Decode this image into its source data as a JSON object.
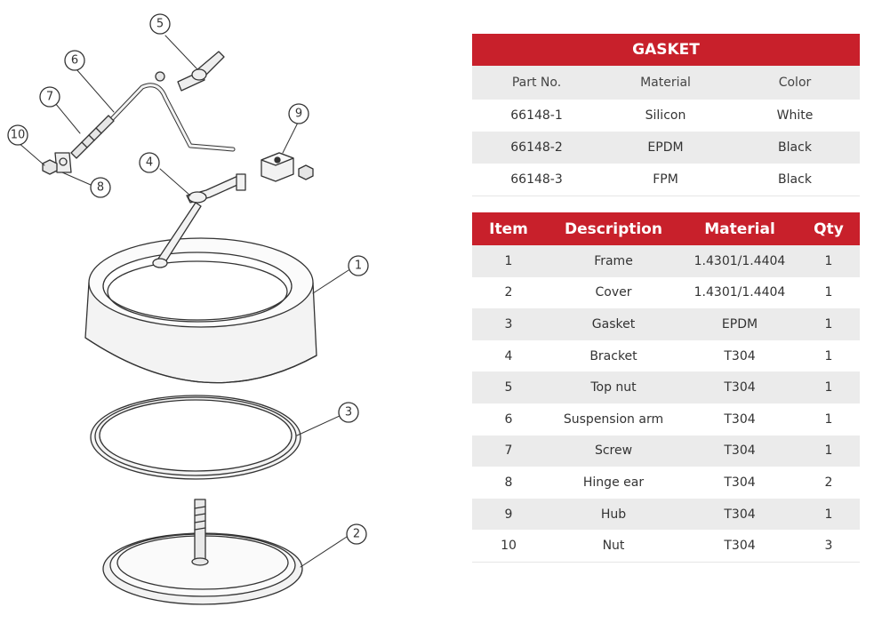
{
  "callouts": [
    "1",
    "2",
    "3",
    "4",
    "5",
    "6",
    "7",
    "8",
    "9",
    "10"
  ],
  "gasket_table": {
    "title": "GASKET",
    "headers": [
      "Part No.",
      "Material",
      "Color"
    ],
    "rows": [
      [
        "66148-1",
        "Silicon",
        "White"
      ],
      [
        "66148-2",
        "EPDM",
        "Black"
      ],
      [
        "66148-3",
        "FPM",
        "Black"
      ]
    ]
  },
  "parts_table": {
    "headers": [
      "Item",
      "Description",
      "Material",
      "Qty"
    ],
    "rows": [
      [
        "1",
        "Frame",
        "1.4301/1.4404",
        "1"
      ],
      [
        "2",
        "Cover",
        "1.4301/1.4404",
        "1"
      ],
      [
        "3",
        "Gasket",
        "EPDM",
        "1"
      ],
      [
        "4",
        "Bracket",
        "T304",
        "1"
      ],
      [
        "5",
        "Top nut",
        "T304",
        "1"
      ],
      [
        "6",
        "Suspension arm",
        "T304",
        "1"
      ],
      [
        "7",
        "Screw",
        "T304",
        "1"
      ],
      [
        "8",
        "Hinge ear",
        "T304",
        "2"
      ],
      [
        "9",
        "Hub",
        "T304",
        "1"
      ],
      [
        "10",
        "Nut",
        "T304",
        "3"
      ]
    ]
  },
  "colors": {
    "header_red": "#c8202b",
    "row_alt": "#ebebeb"
  }
}
